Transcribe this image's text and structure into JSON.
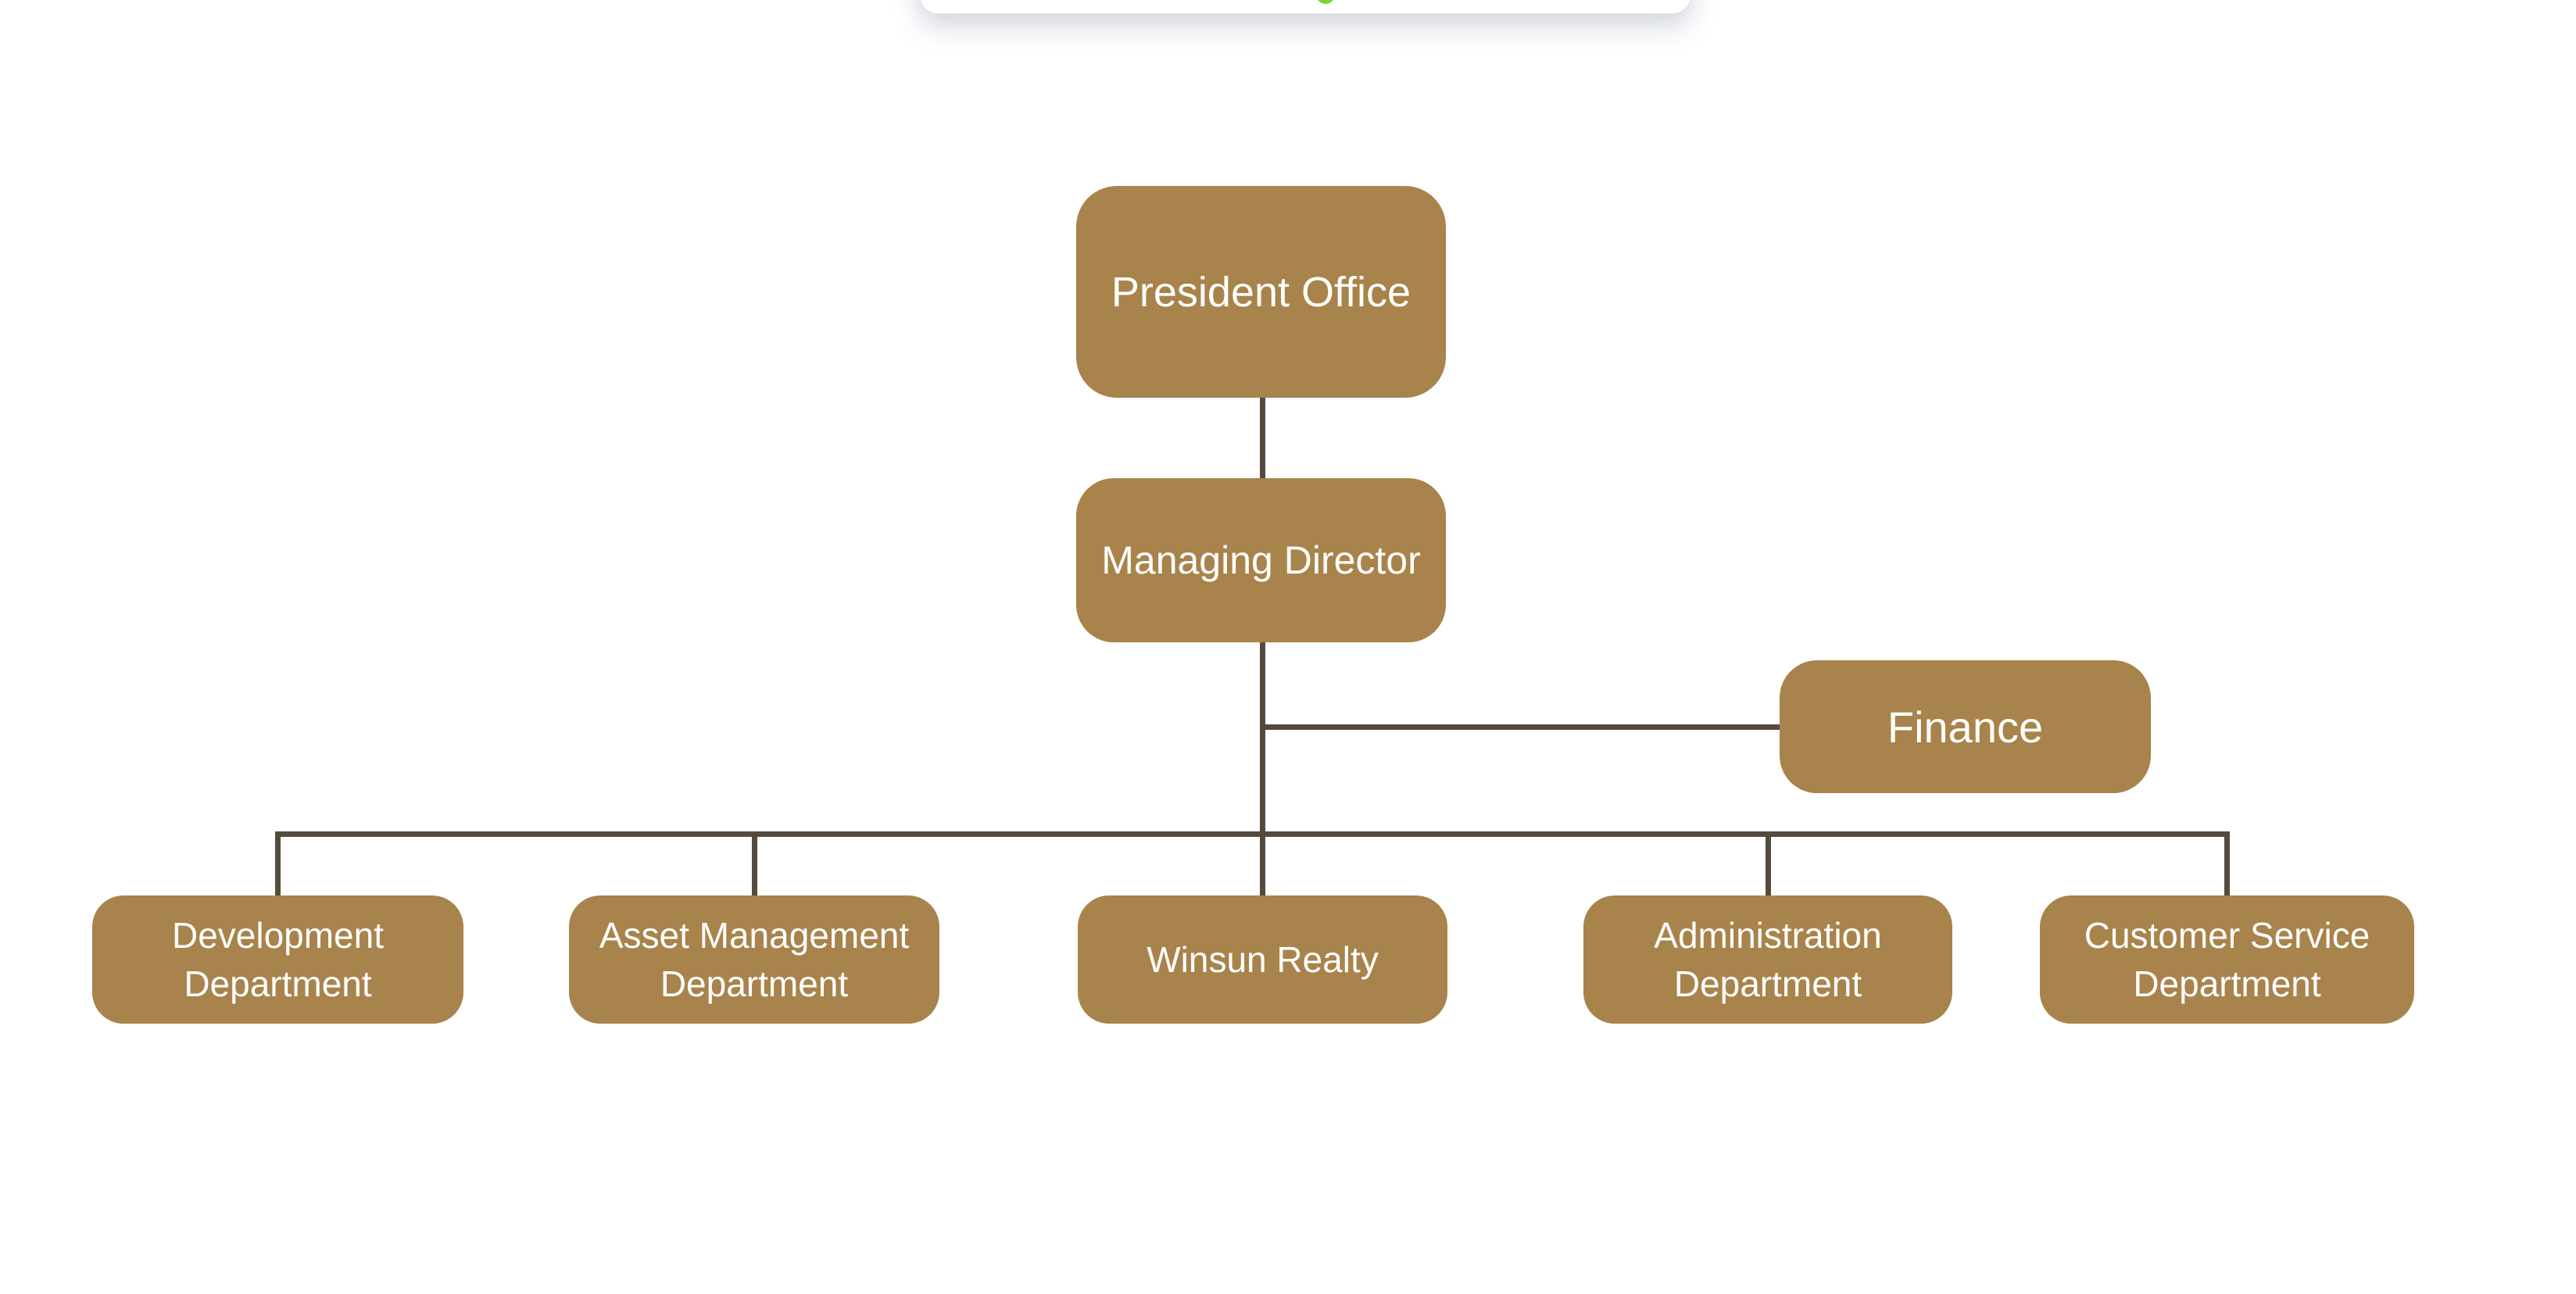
{
  "app": {
    "background": "#ffffff",
    "toolbar_card": {
      "description": "floating toolbar card clipped at top edge of viewport",
      "status_dot_color": "#7CD333"
    }
  },
  "theme": {
    "node_fill": "#A8834B",
    "node_text": "#ffffff",
    "line_color": "#544A3E",
    "dot_color": "#7CD333"
  },
  "chart_data": {
    "type": "org-chart",
    "title": "",
    "nodes": [
      {
        "id": "president",
        "label": "President Office",
        "level": 1
      },
      {
        "id": "managing",
        "label": "Managing Director",
        "level": 2
      },
      {
        "id": "finance",
        "label": "Finance",
        "level": 3
      },
      {
        "id": "development",
        "label": "Development\nDepartment",
        "level": 4
      },
      {
        "id": "asset",
        "label": "Asset Management\nDepartment",
        "level": 4
      },
      {
        "id": "winsun",
        "label": "Winsun Realty",
        "level": 4
      },
      {
        "id": "administration",
        "label": "Administration\nDepartment",
        "level": 4
      },
      {
        "id": "customer",
        "label": "Customer Service\nDepartment",
        "level": 4
      }
    ],
    "edges": [
      {
        "from": "president",
        "to": "managing"
      },
      {
        "from": "managing",
        "to": "finance"
      },
      {
        "from": "managing",
        "to": "development"
      },
      {
        "from": "managing",
        "to": "asset"
      },
      {
        "from": "managing",
        "to": "winsun"
      },
      {
        "from": "managing",
        "to": "administration"
      },
      {
        "from": "managing",
        "to": "customer"
      }
    ]
  }
}
